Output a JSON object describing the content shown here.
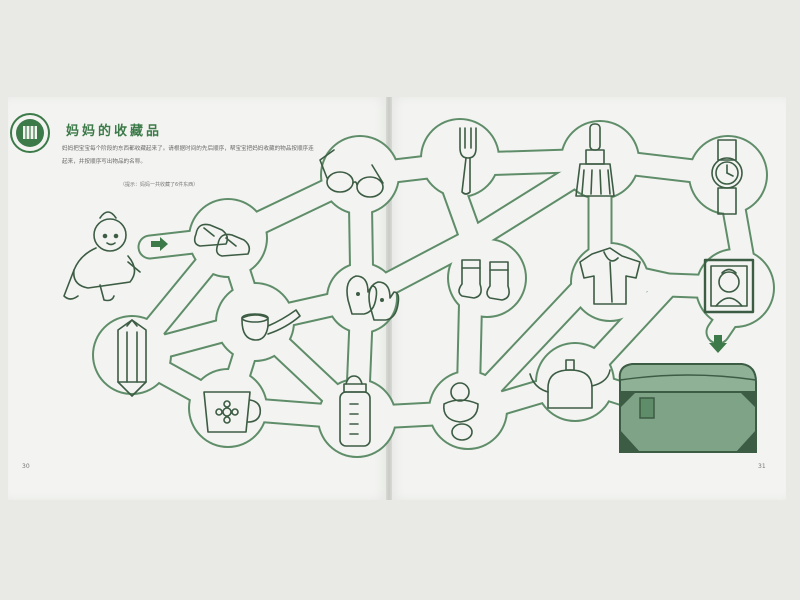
{
  "title": "妈妈的收藏品",
  "intro": "妈妈把宝宝每个阶段的东西都收藏起来了。请根据时间的先后顺序，帮宝宝把妈妈收藏的物品按顺序连起来，并按顺序写出物品的名称。",
  "hint": "（提示：妈妈一共收藏了6件东西）",
  "page_numbers": {
    "left": "30",
    "right": "31"
  },
  "colors": {
    "ink": "#3d7a49",
    "paper": "#f3f4f1",
    "background": "#e9eae6"
  },
  "items": [
    {
      "name": "baby",
      "icon": "crawling-baby-icon"
    },
    {
      "name": "shoes",
      "icon": "baby-shoes-icon"
    },
    {
      "name": "glasses",
      "icon": "glasses-icon"
    },
    {
      "name": "fork",
      "icon": "fork-icon"
    },
    {
      "name": "brush",
      "icon": "paint-brush-icon"
    },
    {
      "name": "watch",
      "icon": "wristwatch-icon"
    },
    {
      "name": "photo",
      "icon": "baby-photo-icon"
    },
    {
      "name": "pencil",
      "icon": "pencil-icon"
    },
    {
      "name": "pipe",
      "icon": "pipe-icon"
    },
    {
      "name": "mittens",
      "icon": "mittens-icon"
    },
    {
      "name": "socks",
      "icon": "socks-icon"
    },
    {
      "name": "shirt",
      "icon": "baby-shirt-icon"
    },
    {
      "name": "cup",
      "icon": "flower-cup-icon"
    },
    {
      "name": "bottle",
      "icon": "baby-bottle-icon"
    },
    {
      "name": "pacifier",
      "icon": "pacifier-icon"
    },
    {
      "name": "kettle",
      "icon": "kettle-icon"
    },
    {
      "name": "treasure-chest",
      "icon": "treasure-chest-icon"
    }
  ]
}
